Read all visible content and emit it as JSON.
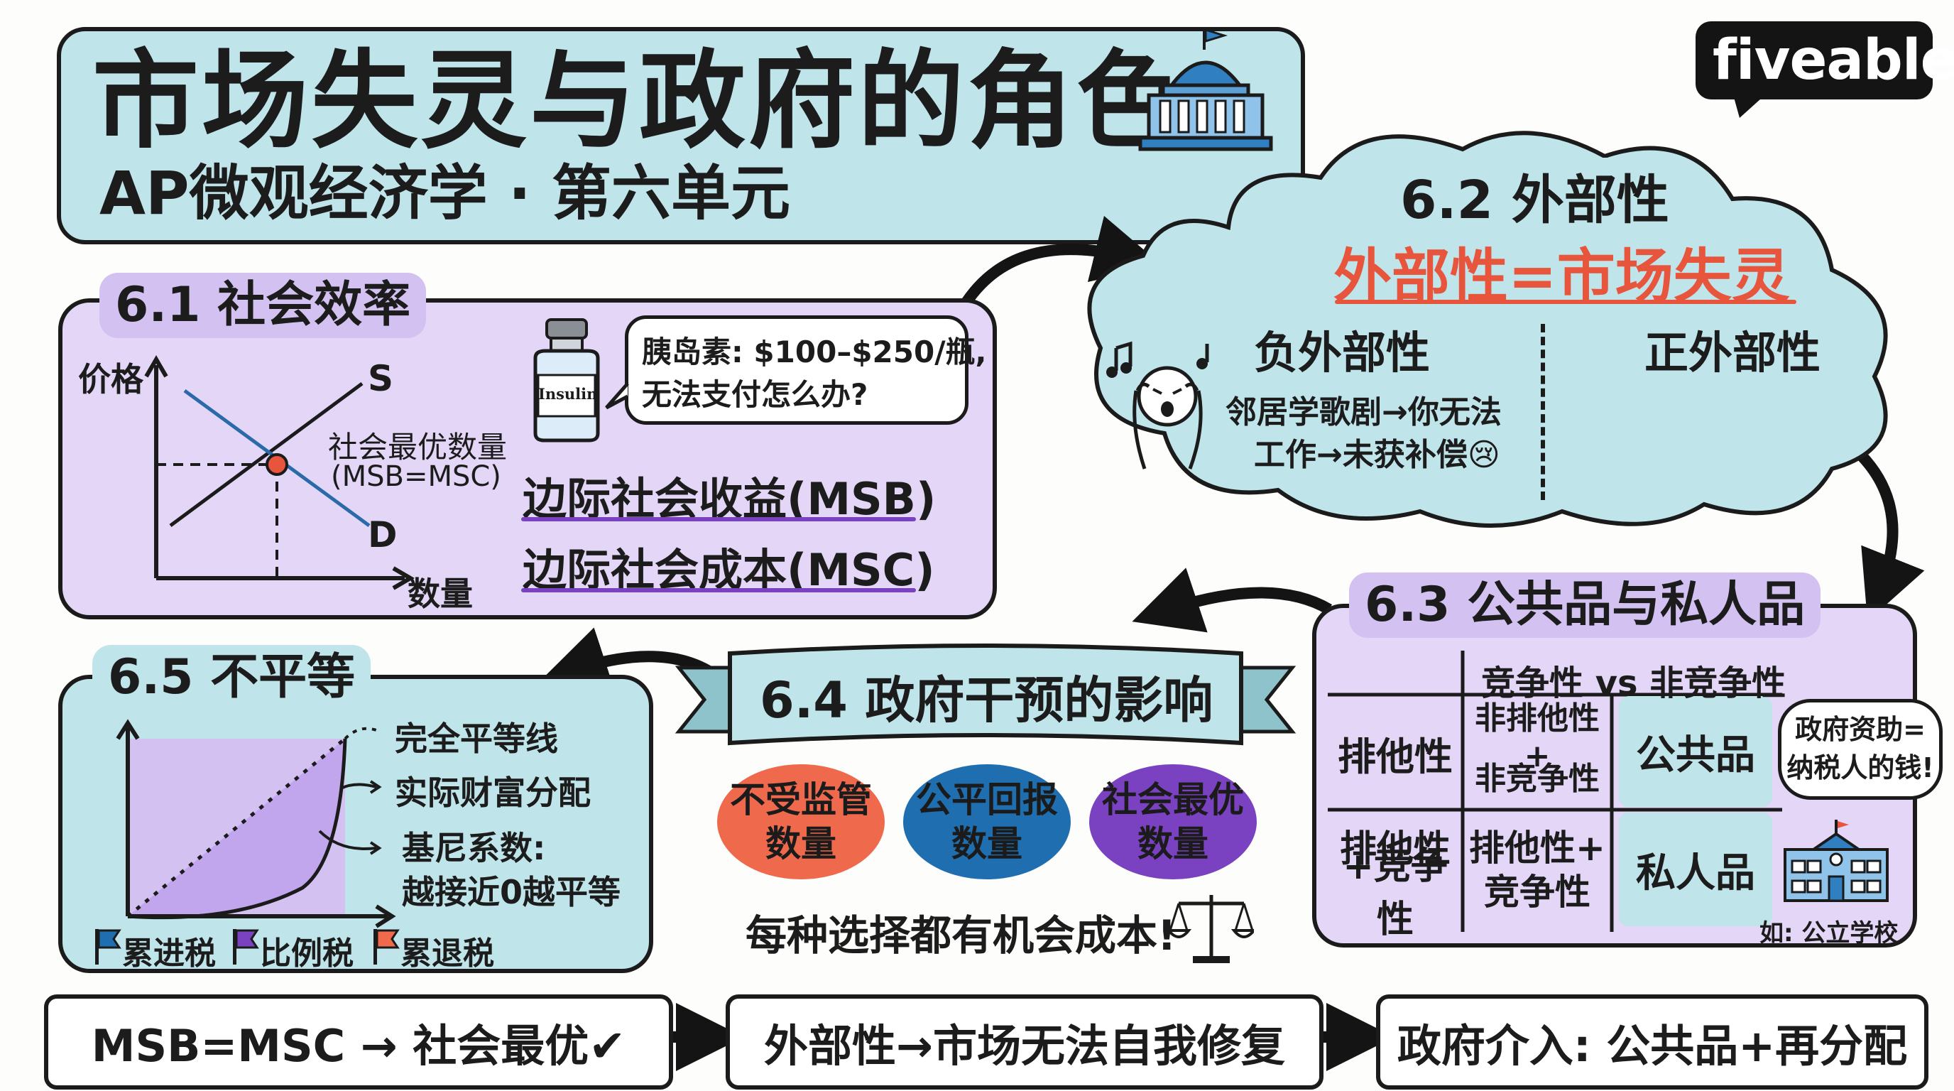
{
  "header": {
    "title": "市场失灵与政府的角色",
    "subtitle": "AP微观经济学 · 第六单元",
    "icon": "government-building-icon"
  },
  "brand": {
    "logo_text": "fiveable"
  },
  "colors": {
    "teal": "#bfe4ea",
    "lavender": "#e3d6f7",
    "tab": "#d3c2f1",
    "red": "#e8553d",
    "blue": "#1f6fb0",
    "purple": "#7a42c0"
  },
  "s61": {
    "tab": "6.1 社会效率",
    "y_axis": "价格",
    "x_axis": "数量",
    "supply_label": "S",
    "demand_label": "D",
    "eq_label_1": "社会最优数量",
    "eq_label_2": "(MSB=MSC)",
    "bottle_label": "Insulin",
    "speech_1": "胰岛素: $100–$250/瓶,",
    "speech_2": "无法支付怎么办?",
    "msb": "边际社会收益(MSB)",
    "msc": "边际社会成本(MSC)"
  },
  "s62": {
    "title": "6.2 外部性",
    "headline": "外部性=市场失灵",
    "negative": "负外部性",
    "positive": "正外部性",
    "example_1": "邻居学歌剧→你无法",
    "example_2": "工作→未获补偿😢"
  },
  "s63": {
    "tab": "6.3 公共品与私人品",
    "col_header": "竞争性 vs 非竞争性",
    "row1_label": "排他性",
    "row1_cell_1": "非排他性+",
    "row1_cell_2": "非竞争性",
    "row1_result": "公共品",
    "row2_label_1": "排他性",
    "row2_label_2": "+竞争性",
    "row2_cell_1": "排他性+",
    "row2_cell_2": "竞争性",
    "row2_result": "私人品",
    "bubble_1": "政府资助=",
    "bubble_2": "纳税人的钱!",
    "example": "如: 公立学校"
  },
  "s64": {
    "banner": "6.4 政府干预的影响",
    "ovals": [
      {
        "line1": "不受监管",
        "line2": "数量"
      },
      {
        "line1": "公平回报",
        "line2": "数量"
      },
      {
        "line1": "社会最优",
        "line2": "数量"
      }
    ],
    "note": "每种选择都有机会成本!"
  },
  "s65": {
    "tab": "6.5 不平等",
    "equality_line": "完全平等线",
    "actual": "实际财富分配",
    "gini_1": "基尼系数:",
    "gini_2": "越接近0越平等",
    "legend": [
      "累进税",
      "比例税",
      "累退税"
    ]
  },
  "bottom": [
    "MSB=MSC → 社会最优✔",
    "外部性→市场无法自我修复",
    "政府介入: 公共品+再分配"
  ]
}
